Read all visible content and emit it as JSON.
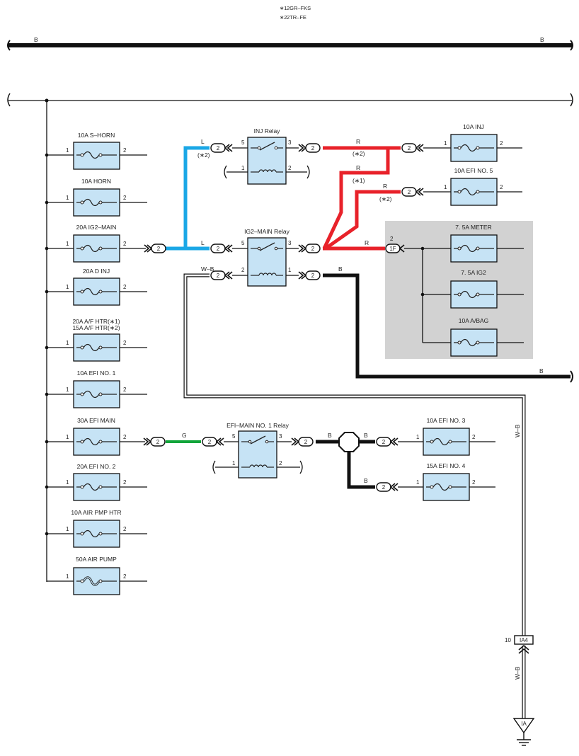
{
  "legend": [
    {
      "mark": "∗1",
      "text": "2GR–FKS"
    },
    {
      "mark": "∗2",
      "text": "2TR–FE"
    }
  ],
  "colors": {
    "blue": "#1aa7e6",
    "red": "#e8222a",
    "green": "#11a53a",
    "black": "#111111",
    "box_fill": "#c6e3f5",
    "shade": "#d2d2d2"
  },
  "buses": {
    "top_label_left": "B",
    "top_label_right": "B"
  },
  "fuses_left": [
    {
      "name": "10A S–HORN",
      "pin1": "1",
      "pin2": "2"
    },
    {
      "name": "10A HORN",
      "pin1": "1",
      "pin2": "2"
    },
    {
      "name": "20A IG2–MAIN",
      "pin1": "1",
      "pin2": "2"
    },
    {
      "name": "20A D INJ",
      "pin1": "1",
      "pin2": "2"
    },
    {
      "name_line1": "20A A/F HTR(∗1)",
      "name_line2": "15A A/F HTR(∗2)",
      "pin1": "1",
      "pin2": "2"
    },
    {
      "name": "10A EFI NO. 1",
      "pin1": "1",
      "pin2": "2"
    },
    {
      "name": "30A EFI MAIN",
      "pin1": "1",
      "pin2": "2"
    },
    {
      "name": "20A EFI NO. 2",
      "pin1": "1",
      "pin2": "2"
    },
    {
      "name": "10A AIR PMP HTR",
      "pin1": "1",
      "pin2": "2"
    },
    {
      "name": "50A AIR PUMP",
      "pin1": "1",
      "pin2": "2"
    }
  ],
  "fuses_right": [
    {
      "name": "10A INJ",
      "pin1": "1",
      "pin2": "2"
    },
    {
      "name": "10A EFI NO. 5",
      "pin1": "1",
      "pin2": "2"
    },
    {
      "name": "10A EFI NO. 3",
      "pin1": "1",
      "pin2": "2"
    },
    {
      "name": "15A EFI NO. 4",
      "pin1": "1",
      "pin2": "2"
    }
  ],
  "fuses_shaded": [
    {
      "name": "7. 5A METER"
    },
    {
      "name": "7. 5A IG2"
    },
    {
      "name": "10A A/BAG"
    }
  ],
  "relays": {
    "inj": {
      "name": "INJ Relay",
      "p5": "5",
      "p3": "3",
      "p1": "1",
      "p2": "2"
    },
    "ig2": {
      "name": "IG2–MAIN Relay",
      "p5": "5",
      "p3": "3",
      "p2": "2",
      "p1": "1"
    },
    "efi": {
      "name": "EFI–MAIN NO. 1 Relay",
      "p5": "5",
      "p3": "3",
      "p1": "1",
      "p2": "2"
    }
  },
  "connector_pin": "2",
  "wires": {
    "L": "L",
    "L_note": "(∗2)",
    "R": "R",
    "R_note1": "(∗2)",
    "R_note2": "(∗1)",
    "R_note3": "(∗2)",
    "W_B": "W–B",
    "B": "B",
    "G": "G"
  },
  "junction_1F": {
    "label": "1F",
    "pin": "2"
  },
  "connector_IA4": {
    "label": "IA4",
    "pin": "10"
  },
  "ground_IA": {
    "label": "IA"
  }
}
